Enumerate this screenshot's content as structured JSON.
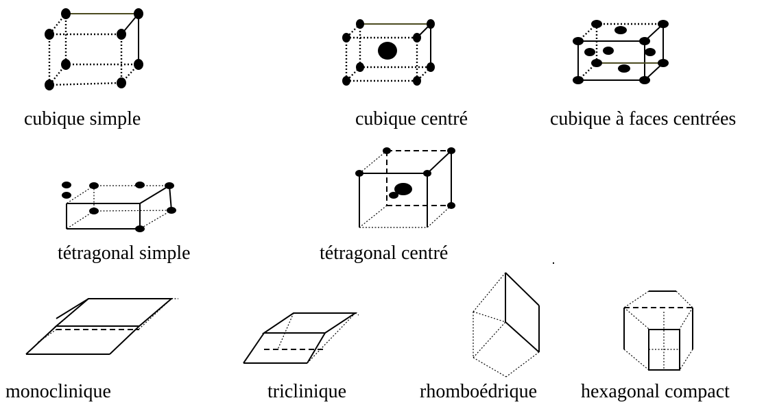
{
  "labels": {
    "cubic_simple": "cubique simple",
    "cubic_centered": "cubique centré",
    "cubic_face_centered": "cubique à faces centrées",
    "tetragonal_simple": "tétragonal simple",
    "tetragonal_centered": "tétragonal centré",
    "monoclinic": "monoclinique",
    "triclinic": "triclinique",
    "rhombohedral": "rhomboédrique",
    "hexagonal_compact": "hexagonal compact"
  },
  "colors": {
    "ink": "#000000",
    "olive_edge": "#4b4a1f",
    "background": "#ffffff"
  }
}
